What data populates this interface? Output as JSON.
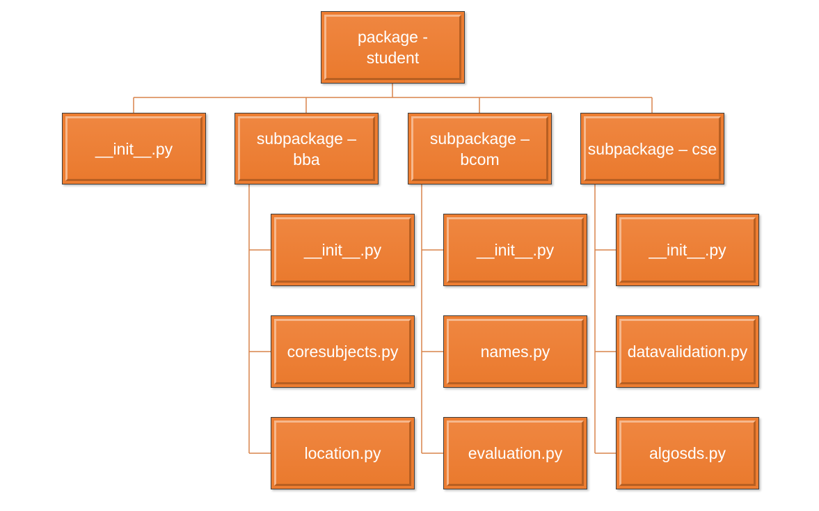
{
  "colors": {
    "box_fill": "#ed7d31",
    "box_border": "#3d3d3d",
    "connector": "#d9834a",
    "text": "#ffffff"
  },
  "root": {
    "label": "package -\nstudent"
  },
  "level1": [
    {
      "label": "__init__.py"
    },
    {
      "label": "subpackage –\nbba"
    },
    {
      "label": "subpackage –\nbcom"
    },
    {
      "label": "subpackage – cse"
    }
  ],
  "bba_children": [
    {
      "label": "__init__.py"
    },
    {
      "label": "coresubjects.py"
    },
    {
      "label": "location.py"
    }
  ],
  "bcom_children": [
    {
      "label": "__init__.py"
    },
    {
      "label": "names.py"
    },
    {
      "label": "evaluation.py"
    }
  ],
  "cse_children": [
    {
      "label": "__init__.py"
    },
    {
      "label": "datavalidation.py"
    },
    {
      "label": "algosds.py"
    }
  ]
}
